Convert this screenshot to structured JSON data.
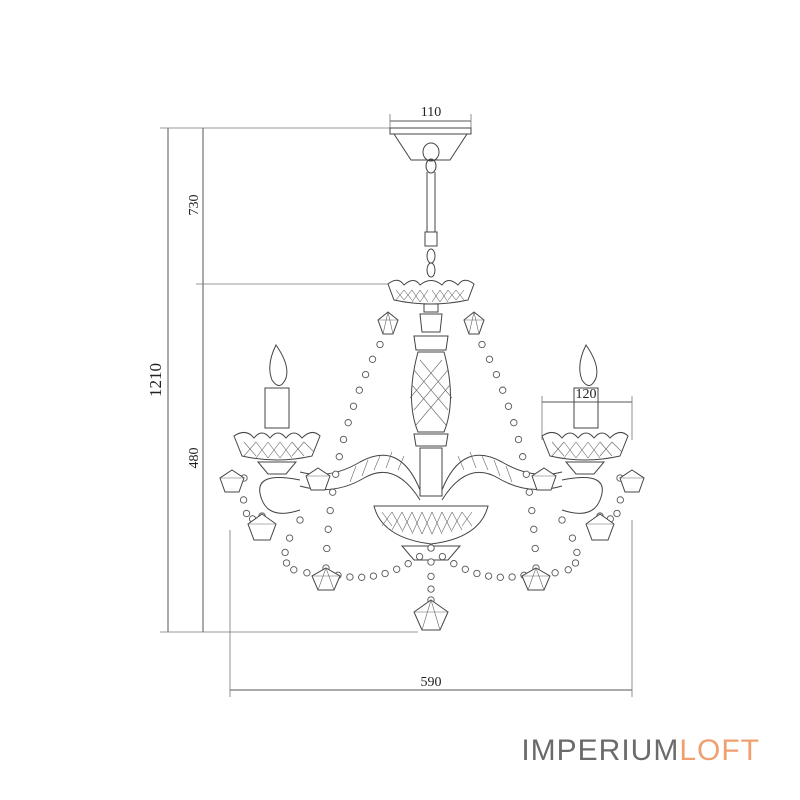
{
  "dimensions": {
    "canopy_width": "110",
    "chain_length": "730",
    "total_height": "1210",
    "body_height": "480",
    "cup_width": "120",
    "total_width": "590"
  },
  "brand": {
    "part1": "IMPERIUM",
    "part2": "LOFT",
    "color_part1": "#6b6b6b",
    "color_part2": "#f0a070"
  }
}
